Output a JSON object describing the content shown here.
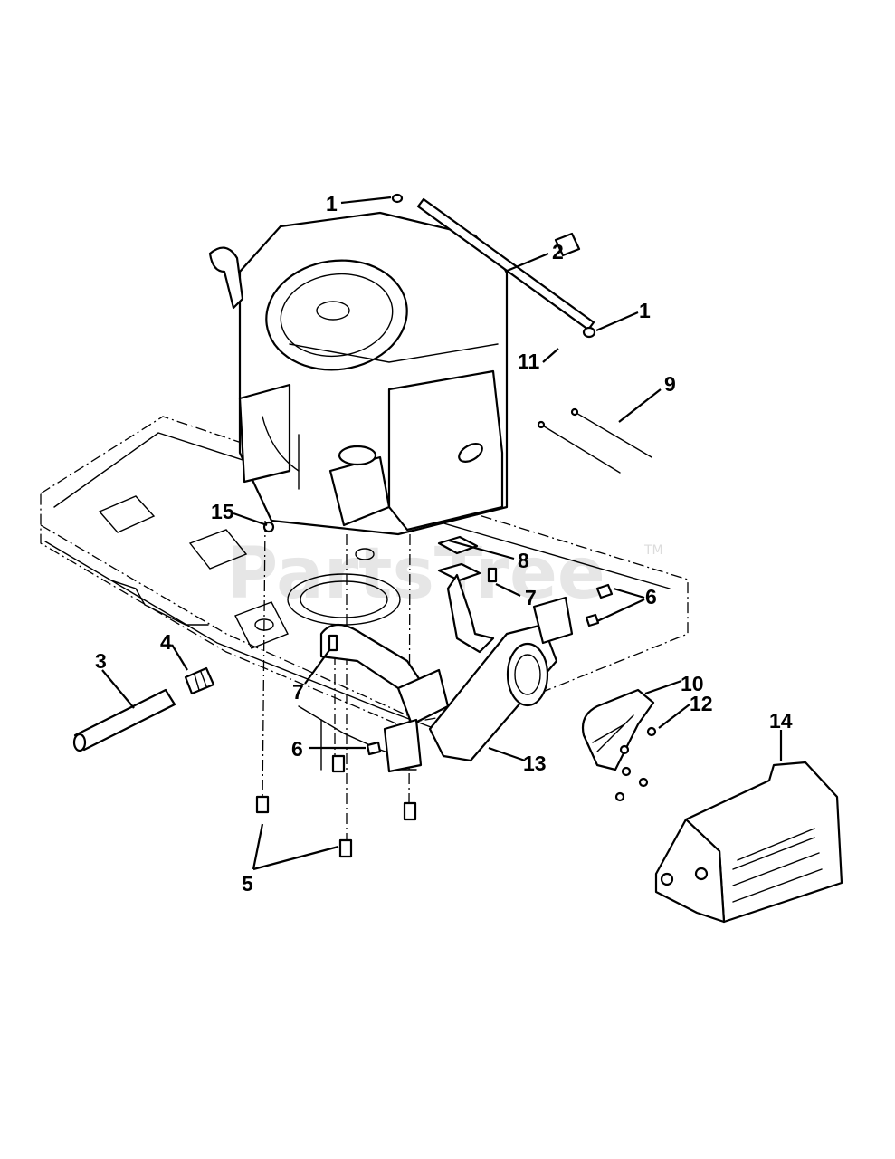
{
  "watermark": {
    "text": "PartsTree",
    "trademark": "TM",
    "color": "#e6e6e6"
  },
  "callouts": {
    "c1a": "1",
    "c1b": "1",
    "c2": "2",
    "c3": "3",
    "c4": "4",
    "c5": "5",
    "c6a": "6",
    "c6b": "6",
    "c7a": "7",
    "c7b": "7",
    "c8": "8",
    "c9": "9",
    "c10": "10",
    "c11": "11",
    "c12": "12",
    "c13": "13",
    "c14": "14",
    "c15": "15"
  }
}
